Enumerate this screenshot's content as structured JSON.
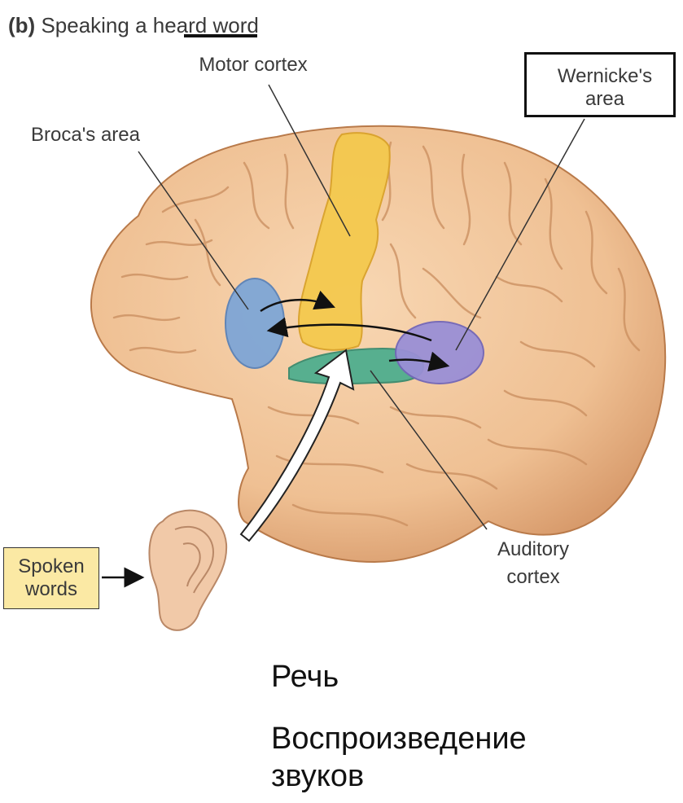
{
  "figure": {
    "title_prefix": "(b)",
    "title_text_1": "Speaking a ",
    "title_highlight": "heard",
    "title_text_2": " word"
  },
  "labels": {
    "motor_cortex": "Motor cortex",
    "brocas_area": "Broca's area",
    "wernickes_line1": "Wernicke's",
    "wernickes_line2": "area",
    "auditory_line1": "Auditory",
    "auditory_line2": "cortex",
    "spoken_line1": "Spoken",
    "spoken_line2": "words"
  },
  "captions": {
    "speech": "Речь",
    "playback_line1": "Воспроизведение",
    "playback_line2": "звуков"
  },
  "colors": {
    "brain": "#f2c49a",
    "motor": "#f4c94e",
    "broca": "#7fa6d6",
    "wernicke": "#9a8fd6",
    "auditory": "#4fae8e",
    "label_box": "#fbe9a4"
  }
}
